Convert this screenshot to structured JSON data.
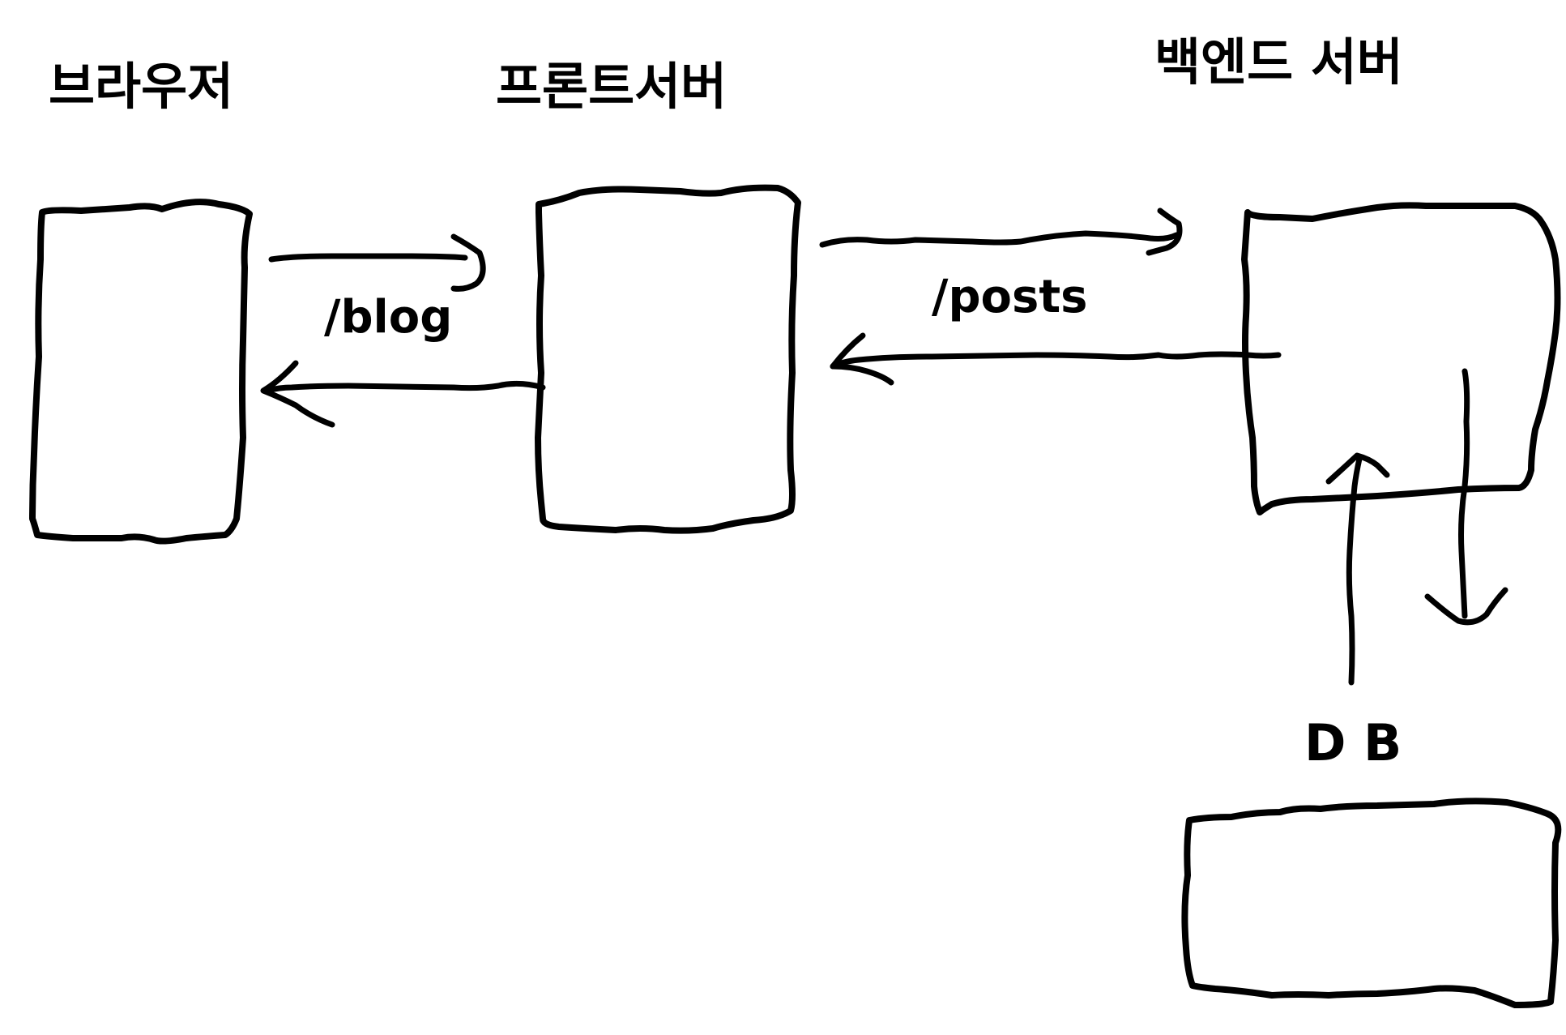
{
  "nodes": {
    "browser": {
      "label": "브라우저"
    },
    "frontend": {
      "label": "프론트서버"
    },
    "backend": {
      "label": "백엔드 서버"
    },
    "db": {
      "label": "D B"
    }
  },
  "edges": {
    "browser_to_frontend": {
      "label": "/blog"
    },
    "frontend_to_backend": {
      "label": "/posts"
    }
  },
  "colors": {
    "ink": "#000000",
    "background": "#ffffff"
  }
}
